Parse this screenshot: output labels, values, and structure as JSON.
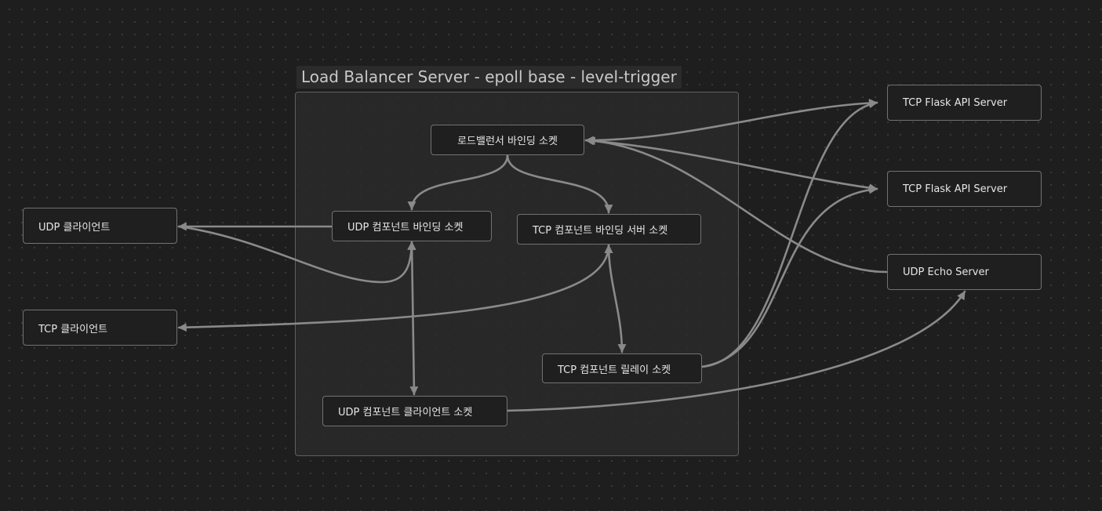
{
  "diagram": {
    "group": {
      "title": "Load Balancer Server - epoll base - level-trigger"
    },
    "nodes": [
      {
        "id": "lb_bind",
        "label": "로드밸런서 바인딩 소켓"
      },
      {
        "id": "udp_bind",
        "label": "UDP 컴포넌트 바인딩 소켓"
      },
      {
        "id": "tcp_bind",
        "label": "TCP 컴포넌트 바인딩 서버 소켓"
      },
      {
        "id": "tcp_relay",
        "label": "TCP 컴포넌트 릴레이 소켓"
      },
      {
        "id": "udp_client_sock",
        "label": "UDP 컴포넌트 클라이언트 소켓"
      },
      {
        "id": "udp_client",
        "label": "UDP 클라이언트"
      },
      {
        "id": "tcp_client",
        "label": "TCP 클라이언트"
      },
      {
        "id": "flask1",
        "label": "TCP Flask API Server"
      },
      {
        "id": "flask2",
        "label": "TCP Flask API Server"
      },
      {
        "id": "udp_echo",
        "label": "UDP Echo Server"
      }
    ],
    "edges": [
      {
        "from": "lb_bind",
        "to": "udp_bind"
      },
      {
        "from": "lb_bind",
        "to": "tcp_bind"
      },
      {
        "from": "udp_bind",
        "to": "udp_client"
      },
      {
        "from": "udp_client",
        "to": "udp_bind"
      },
      {
        "from": "udp_bind",
        "to": "udp_client_sock",
        "bidirectional": true
      },
      {
        "from": "tcp_bind",
        "to": "tcp_client",
        "bidirectional": true
      },
      {
        "from": "tcp_bind",
        "to": "tcp_relay",
        "bidirectional": true
      },
      {
        "from": "tcp_relay",
        "to": "flask1"
      },
      {
        "from": "tcp_relay",
        "to": "flask2"
      },
      {
        "from": "udp_client_sock",
        "to": "udp_echo"
      },
      {
        "from": "lb_bind",
        "to": "flask1",
        "bidirectional": true
      },
      {
        "from": "lb_bind",
        "to": "flask2",
        "bidirectional": true
      },
      {
        "from": "udp_echo",
        "to": "lb_bind"
      }
    ]
  }
}
